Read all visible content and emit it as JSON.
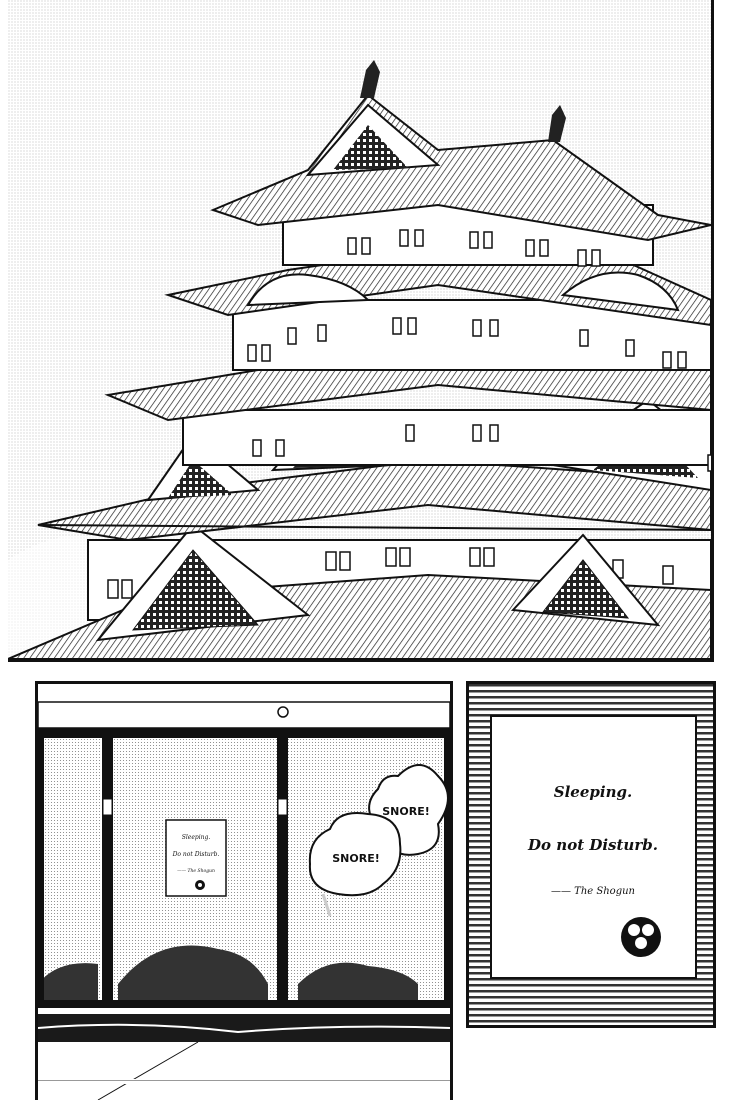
{
  "sfx": {
    "snore_top": "SNORE!",
    "snore_bottom": "SNORE!"
  },
  "small_notice": {
    "line1": "Sleeping.",
    "line2": "Do not Disturb.",
    "line3": "—— The Shogun"
  },
  "notice": {
    "line1": "Sleeping.",
    "line2": "Do not Disturb.",
    "signature": "—— The Shogun"
  },
  "colors": {
    "ink": "#111111",
    "paper": "#ffffff",
    "sky": "#f2f2f2"
  }
}
